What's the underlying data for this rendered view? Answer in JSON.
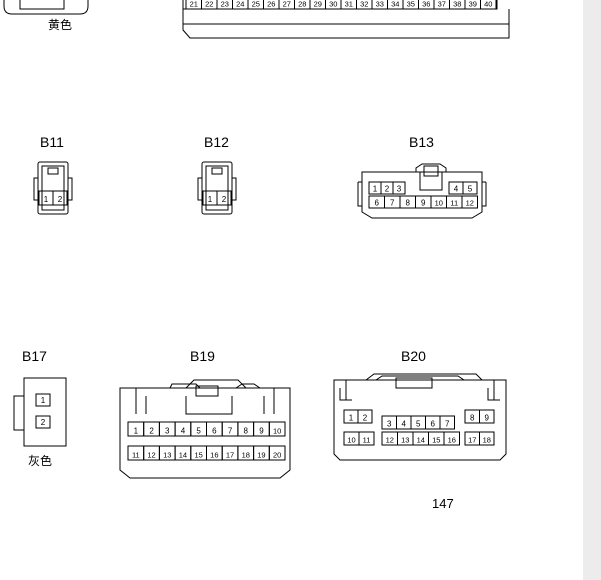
{
  "top": {
    "color_label": "黄色",
    "pins": [
      "21",
      "22",
      "23",
      "24",
      "25",
      "26",
      "27",
      "28",
      "29",
      "30",
      "31",
      "32",
      "33",
      "34",
      "35",
      "36",
      "37",
      "38",
      "39",
      "40"
    ]
  },
  "connectors": {
    "b11": {
      "label": "B11",
      "pins": [
        "1",
        "2"
      ]
    },
    "b12": {
      "label": "B12",
      "pins": [
        "1",
        "2"
      ]
    },
    "b13": {
      "label": "B13",
      "row1": [
        "1",
        "2",
        "3",
        "4",
        "5"
      ],
      "row2": [
        "6",
        "7",
        "8",
        "9",
        "10",
        "11",
        "12"
      ]
    },
    "b17": {
      "label": "B17",
      "pins": [
        "1",
        "2"
      ],
      "color_label": "灰色"
    },
    "b19": {
      "label": "B19",
      "row1": [
        "1",
        "2",
        "3",
        "4",
        "5",
        "6",
        "7",
        "8",
        "9",
        "10"
      ],
      "row2": [
        "11",
        "12",
        "13",
        "14",
        "15",
        "16",
        "17",
        "18",
        "19",
        "20"
      ]
    },
    "b20": {
      "label": "B20",
      "row1": [
        "1",
        "2",
        "3",
        "4",
        "5",
        "6",
        "7",
        "8",
        "9"
      ],
      "row2": [
        "10",
        "11",
        "12",
        "13",
        "14",
        "15",
        "16",
        "17",
        "18"
      ]
    }
  },
  "page_number": "147"
}
